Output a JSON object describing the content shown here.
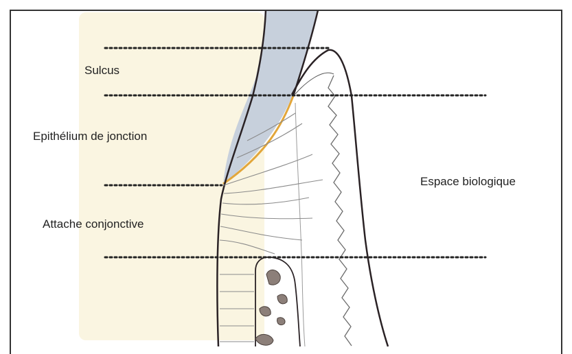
{
  "labels": {
    "sulcus": "Sulcus",
    "epithelium": "Epithélium de jonction",
    "attachment": "Attache conjonctive",
    "biological_space": "Espace biologique"
  },
  "colors": {
    "frame": "#333333",
    "tooth": "#faf5e1",
    "enamel": "#c7d0dc",
    "outline": "#2a2225",
    "junctional_epithelium": "#e2a63a",
    "fibers": "#8a8a8a",
    "bone_spots": "#8c7f79",
    "dotted_lines": "#222222"
  }
}
